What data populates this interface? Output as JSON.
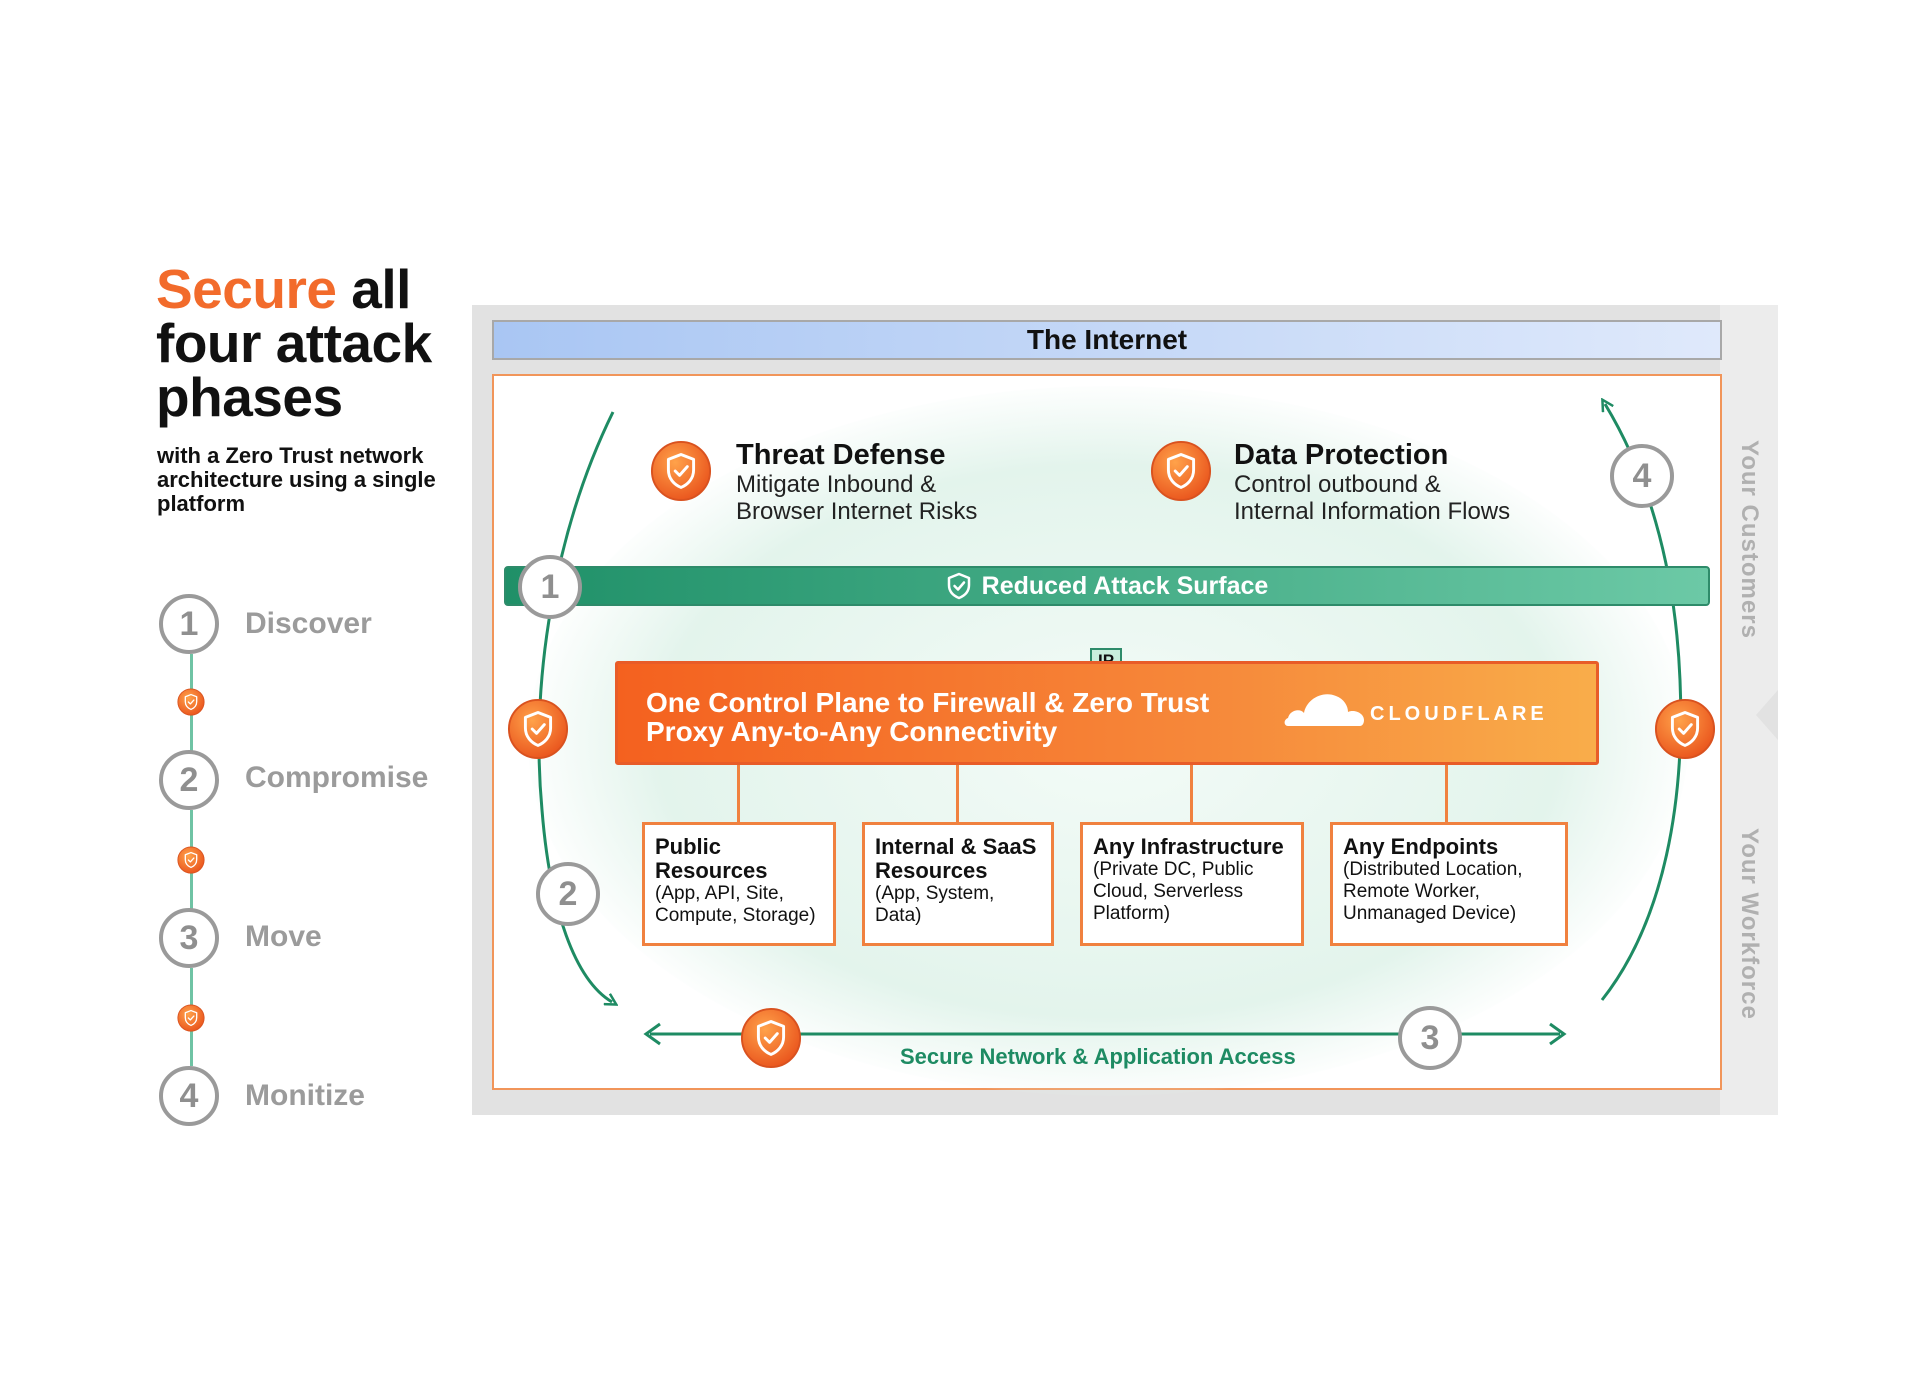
{
  "left": {
    "headline_accent": "Secure",
    "headline_rest_1": " all",
    "headline_rest_2": "four attack",
    "headline_rest_3": "phases",
    "subhead": "with a Zero Trust network architecture using a single platform",
    "phases": [
      {
        "num": "1",
        "label": "Discover"
      },
      {
        "num": "2",
        "label": "Compromise"
      },
      {
        "num": "3",
        "label": "Move"
      },
      {
        "num": "4",
        "label": "Monitize"
      }
    ]
  },
  "diagram": {
    "internet": "The Internet",
    "side_top": "Your Customers",
    "side_bottom": "Your Workforce",
    "threat": {
      "title": "Threat Defense",
      "desc_1": "Mitigate Inbound &",
      "desc_2": "Browser Internet Risks"
    },
    "data_protection": {
      "title": "Data Protection",
      "desc_1": "Control outbound &",
      "desc_2": "Internal Information Flows"
    },
    "reduced_attack_surface": "Reduced Attack Surface",
    "ip_tag": "IP",
    "control_line_1": "One Control Plane to Firewall & Zero Trust",
    "control_line_2": "Proxy Any-to-Any Connectivity",
    "brand": "CLOUDFLARE",
    "resources": [
      {
        "title": "Public Resources",
        "desc": "(App, API, Site, Compute, Storage)"
      },
      {
        "title": "Internal & SaaS Resources",
        "desc": "(App, System, Data)"
      },
      {
        "title": "Any Infrastructure",
        "desc": "(Private DC, Public Cloud, Serverless Platform)"
      },
      {
        "title": "Any Endpoints",
        "desc": "(Distributed Location, Remote Worker, Unmanaged Device)"
      }
    ],
    "access_label": "Secure Network & Application Access",
    "steps": [
      "1",
      "2",
      "3",
      "4"
    ]
  },
  "colors": {
    "accent_orange": "#f26b2b",
    "teal": "#1f9068",
    "gray_text": "#9b9b9b"
  }
}
